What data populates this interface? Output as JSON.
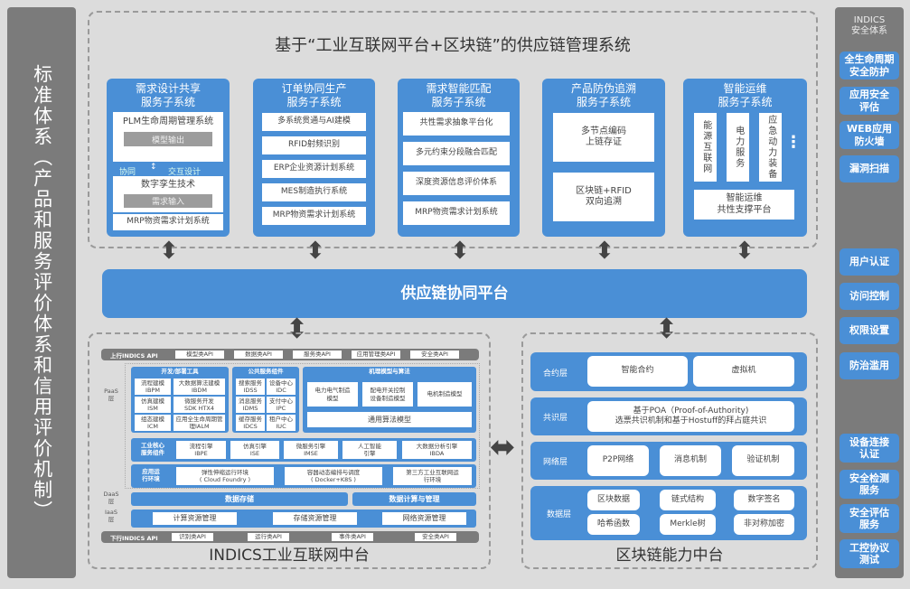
{
  "title": "基于“工业互联网平台+区块链”的供应链管理系统",
  "left_panel": "标准体系（产品和服务评价体系和信用评价机制）",
  "subsystems": [
    {
      "title": "需求设计共享\n服务子系统",
      "plm": "PLM生命周期管理系统",
      "model_out": "模型输出",
      "collab": "协同",
      "interact": "交互设计",
      "twin": "数字孪生技术",
      "req_in": "需求输入",
      "mrp": "MRP物资需求计划系统"
    },
    {
      "title": "订单协同生产\n服务子系统",
      "items": [
        "多系统贯通与AI建模",
        "RFID射频识别",
        "ERP企业资源计划系统",
        "MES制造执行系统",
        "MRP物资需求计划系统"
      ]
    },
    {
      "title": "需求智能匹配\n服务子系统",
      "items": [
        "共性需求抽象平台化",
        "多元约束分段融合匹配",
        "深度资源信息评价体系",
        "MRP物资需求计划系统"
      ]
    },
    {
      "title": "产品防伪追溯\n服务子系统",
      "items": [
        "多节点编码\n上链存证",
        "区块链+RFID\n双向追溯"
      ]
    },
    {
      "title": "智能运维\n服务子系统",
      "items": [
        "能源互联网",
        "电力服务",
        "应急动力装备"
      ],
      "more": "⋮",
      "platform": "智能运维\n共性支撑平台"
    }
  ],
  "platform": "供应链协同平台",
  "indics": {
    "title": "INDICS工业互联网中台",
    "up_api": {
      "label": "上行INDICS API",
      "items": [
        "模型类API",
        "数据类API",
        "服务类API",
        "应用管理类API",
        "安全类API"
      ]
    },
    "paas": "PaaS\n层",
    "daas": "DaaS\n层",
    "iaas": "IaaS\n层",
    "dev": {
      "title": "开发/部署工具",
      "items": [
        "流程建模\nIBPM",
        "大数据算法建模 IBDM",
        "仿真建模\nISM",
        "微服务开发\nSDK HTX4",
        "组态建模\nICM",
        "应用全生命周期管理IALM"
      ]
    },
    "pub": {
      "title": "公共服务组件",
      "items": [
        "搜索服务\nIDSS",
        "设备中心\nIDC",
        "消息服务\nIDMS",
        "支付中心\nIPC",
        "缓存服务\nIDCS",
        "租户中心\nIUC"
      ]
    },
    "mech": {
      "title": "机理模型与算法",
      "items": [
        "电力电气制造\n模型",
        "配电开关控制\n设备制造模型",
        "电机制造模型"
      ],
      "general": "通用算法模型"
    },
    "core": {
      "label": "工业核心\n服务组件",
      "items": [
        "流程引擎\nIBPE",
        "仿真引擎\nISE",
        "微服务引擎\nIMSE",
        "人工智能\n引擎",
        "大数据分析引擎\nIBDA"
      ]
    },
    "runtime": {
      "label": "应用运\n行环境",
      "items": [
        "弹性伸缩运行环境\n( Cloud Foundry )",
        "容器动态编排与调度\n( Docker+K8S )",
        "第三方工业互联网运\n行环境"
      ]
    },
    "data_store": "数据存储",
    "data_compute": "数据计算与管理",
    "iaas_items": [
      "计算资源管理",
      "存储资源管理",
      "网络资源管理"
    ],
    "down_api": {
      "label": "下行INDICS API",
      "items": [
        "识别类API",
        "运行类API",
        "事件类API",
        "安全类API"
      ]
    }
  },
  "blockchain": {
    "title": "区块链能力中台",
    "contract": {
      "label": "合约层",
      "items": [
        "智能合约",
        "虚拟机"
      ]
    },
    "consensus": {
      "label": "共识层",
      "text": "基于POA（Proof-of-Authority)\n选票共识机制和基于Hostuff的拜占庭共识"
    },
    "network": {
      "label": "网络层",
      "items": [
        "P2P网络",
        "消息机制",
        "验证机制"
      ]
    },
    "data": {
      "label": "数据层",
      "items": [
        "区块数据",
        "链式结构",
        "数字签名",
        "哈希函数",
        "Merkle树",
        "非对称加密"
      ]
    }
  },
  "security": {
    "title": "INDICS\n安全体系",
    "items": [
      "全生命周期\n安全防护",
      "应用安全\n评估",
      "WEB应用\n防火墙",
      "漏洞扫描",
      "用户认证",
      "访问控制",
      "权限设置",
      "防治滥用",
      "设备连接\n认证",
      "安全检测\n服务",
      "安全评估\n服务",
      "工控协议\n测试"
    ]
  }
}
